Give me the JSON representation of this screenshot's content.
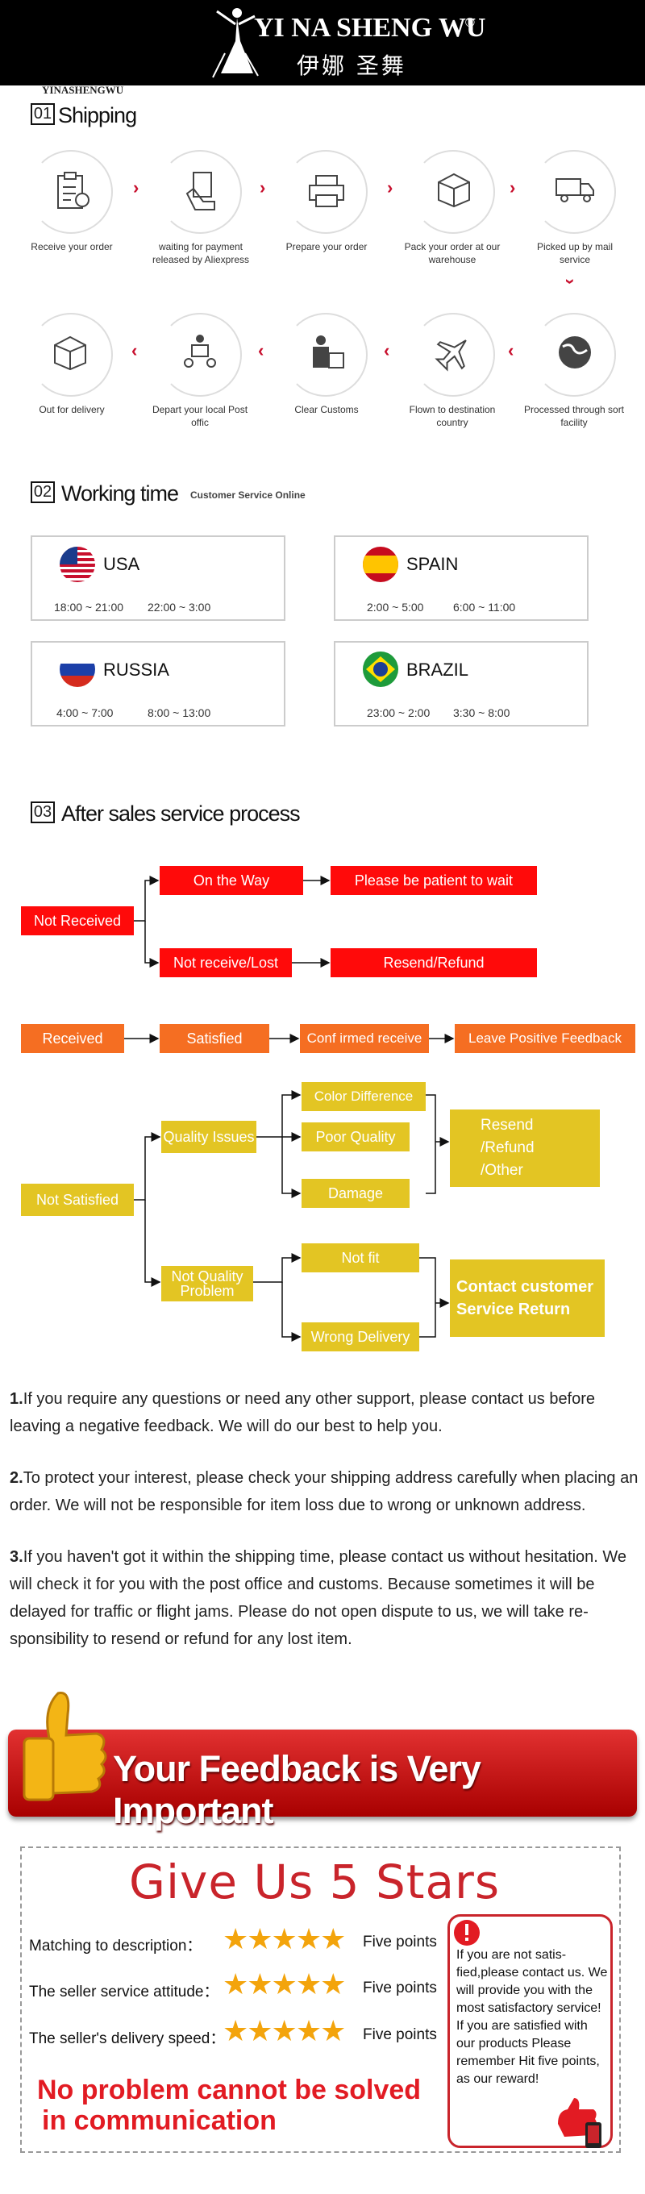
{
  "header": {
    "brand": "YI NA SHENG WU",
    "brand_cn": "伊娜 圣舞",
    "reg": "®",
    "small_brand": "YINASHENGWU"
  },
  "shipping": {
    "num": "01",
    "title": "Shipping",
    "row1": [
      "Receive your order",
      "waiting for payment released by Aliexpress",
      "Prepare your order",
      "Pack your order at our warehouse",
      "Picked up by mail service"
    ],
    "row2": [
      "Out for delivery",
      "Depart your local Post offic",
      "Clear Customs",
      "Flown to destination country",
      "Processed through sort facility"
    ]
  },
  "working": {
    "num": "02",
    "title": "Working time",
    "subtitle": "Customer Service Online",
    "countries": [
      {
        "name": "USA",
        "t1": "18:00 ~ 21:00",
        "t2": "22:00 ~ 3:00"
      },
      {
        "name": "SPAIN",
        "t1": "2:00 ~ 5:00",
        "t2": "6:00 ~ 11:00"
      },
      {
        "name": "RUSSIA",
        "t1": "4:00 ~ 7:00",
        "t2": "8:00 ~ 13:00"
      },
      {
        "name": "BRAZIL",
        "t1": "23:00 ~ 2:00",
        "t2": "3:30 ~ 8:00"
      }
    ]
  },
  "after": {
    "num": "03",
    "title": "After sales service process",
    "not_received": "Not Received",
    "on_the_way": "On the Way",
    "patient": "Please be patient to wait",
    "not_receive_lost": "Not receive/Lost",
    "resend_refund": "Resend/Refund",
    "received": "Received",
    "satisfied": "Satisfied",
    "confirmed": "Conf irmed receive",
    "positive": "Leave Positive Feedback",
    "not_satisfied": "Not Satisfied",
    "quality_issues": "Quality Issues",
    "color_diff": "Color Difference",
    "poor_quality": "Poor Quality",
    "damage": "Damage",
    "resend_refund_other": [
      "Resend",
      "/Refund",
      "/Other"
    ],
    "not_quality": [
      "Not Quality",
      "Problem"
    ],
    "not_fit": "Not fit",
    "wrong_delivery": "Wrong Delivery",
    "contact": [
      "Contact customer",
      "Service Return"
    ]
  },
  "notes": [
    {
      "num": "1.",
      "text": "If you require any questions or need any other support, please contact us before leaving a negative feedback. We will do our best to help you."
    },
    {
      "num": "2.",
      "text": "To protect your interest, please check your shipping address carefully when placing an order. We will not be responsible for item loss due to wrong or unknown address."
    },
    {
      "num": "3.",
      "text": "If you haven't got it within the shipping time, please contact us without hesitation. We will check it for you with the post office and customs. Because sometimes it will be delayed for traffic or flight jams. Please do not open dispute to us, we will take re-sponsibility to resend or refund for any lost item."
    }
  ],
  "feedback": {
    "banner": "Your Feedback is Very Important",
    "title": "Give Us 5 Stars",
    "ratings": [
      {
        "label": "Matching to description：",
        "value": "Five points",
        "stars": 5
      },
      {
        "label": "The seller service attitude：",
        "value": "Five points",
        "stars": 5
      },
      {
        "label": "The seller's delivery speed：",
        "value": "Five points",
        "stars": 5
      }
    ],
    "no_problem": [
      "No problem cannot be solved",
      "in communication"
    ],
    "message": "If you are not satis-fied,please contact us. We will provide you with the most satisfactory service! If you are satisfied with our products Please remember Hit five points, as our reward!"
  },
  "colors": {
    "red": "#ff0a0a",
    "orange": "#f56e22",
    "yellow": "#e3c523",
    "accent": "#c8102e"
  }
}
